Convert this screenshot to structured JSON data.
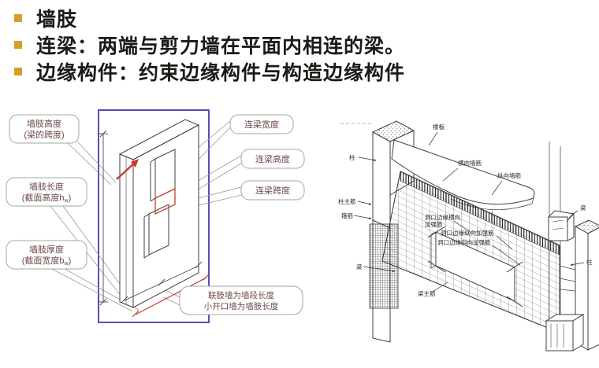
{
  "slide": {
    "bullets": [
      "墙肢",
      "连梁：两端与剪力墙在平面内相连的梁。",
      "边缘构件：约束边缘构件与构造边缘构件"
    ]
  },
  "left_diagram": {
    "callouts": {
      "pier_height_line1": "墙肢高度",
      "pier_height_line2": "(梁的跨度)",
      "pier_length_line1": "墙肢长度",
      "pier_length_pre": "(截面高度h",
      "pier_length_sub": "w",
      "pier_length_post": ")",
      "pier_thickness_line1": "墙肢厚度",
      "pier_thickness_pre": "(截面宽度b",
      "pier_thickness_sub": "w",
      "pier_thickness_post": ")",
      "beam_width": "连梁宽度",
      "beam_height": "连梁高度",
      "beam_span": "连梁跨度",
      "note_line1": "联肢墙为墙段长度",
      "note_line2": "小开口墙为墙肢长度"
    }
  },
  "right_diagram": {
    "labels": {
      "slab": "楼板",
      "column_left": "柱",
      "horizontal_wall_rebar": "横向墙筋",
      "vertical_wall_rebar": "纵向墙筋",
      "column_main_rebar": "柱主筋",
      "stirrups": "箍筋",
      "opening_edge_horizontal_1": "洞口边缘横向",
      "opening_edge_horizontal_2": "加强筋",
      "opening_edge_vertical": "洞口边缘纵向加强筋",
      "opening_edge_diagonal": "洞口边缘斜向加强筋",
      "beam_left": "梁",
      "beam_main_rebar": "梁主筋",
      "beam_right": "梁",
      "column_right": "柱"
    }
  },
  "colors": {
    "bullet_marker": "#D2A228",
    "body_text": "#1C1A17",
    "frame_blue": "#5151B5",
    "accent_red": "#C43B31",
    "callout_text": "#6E4848"
  }
}
